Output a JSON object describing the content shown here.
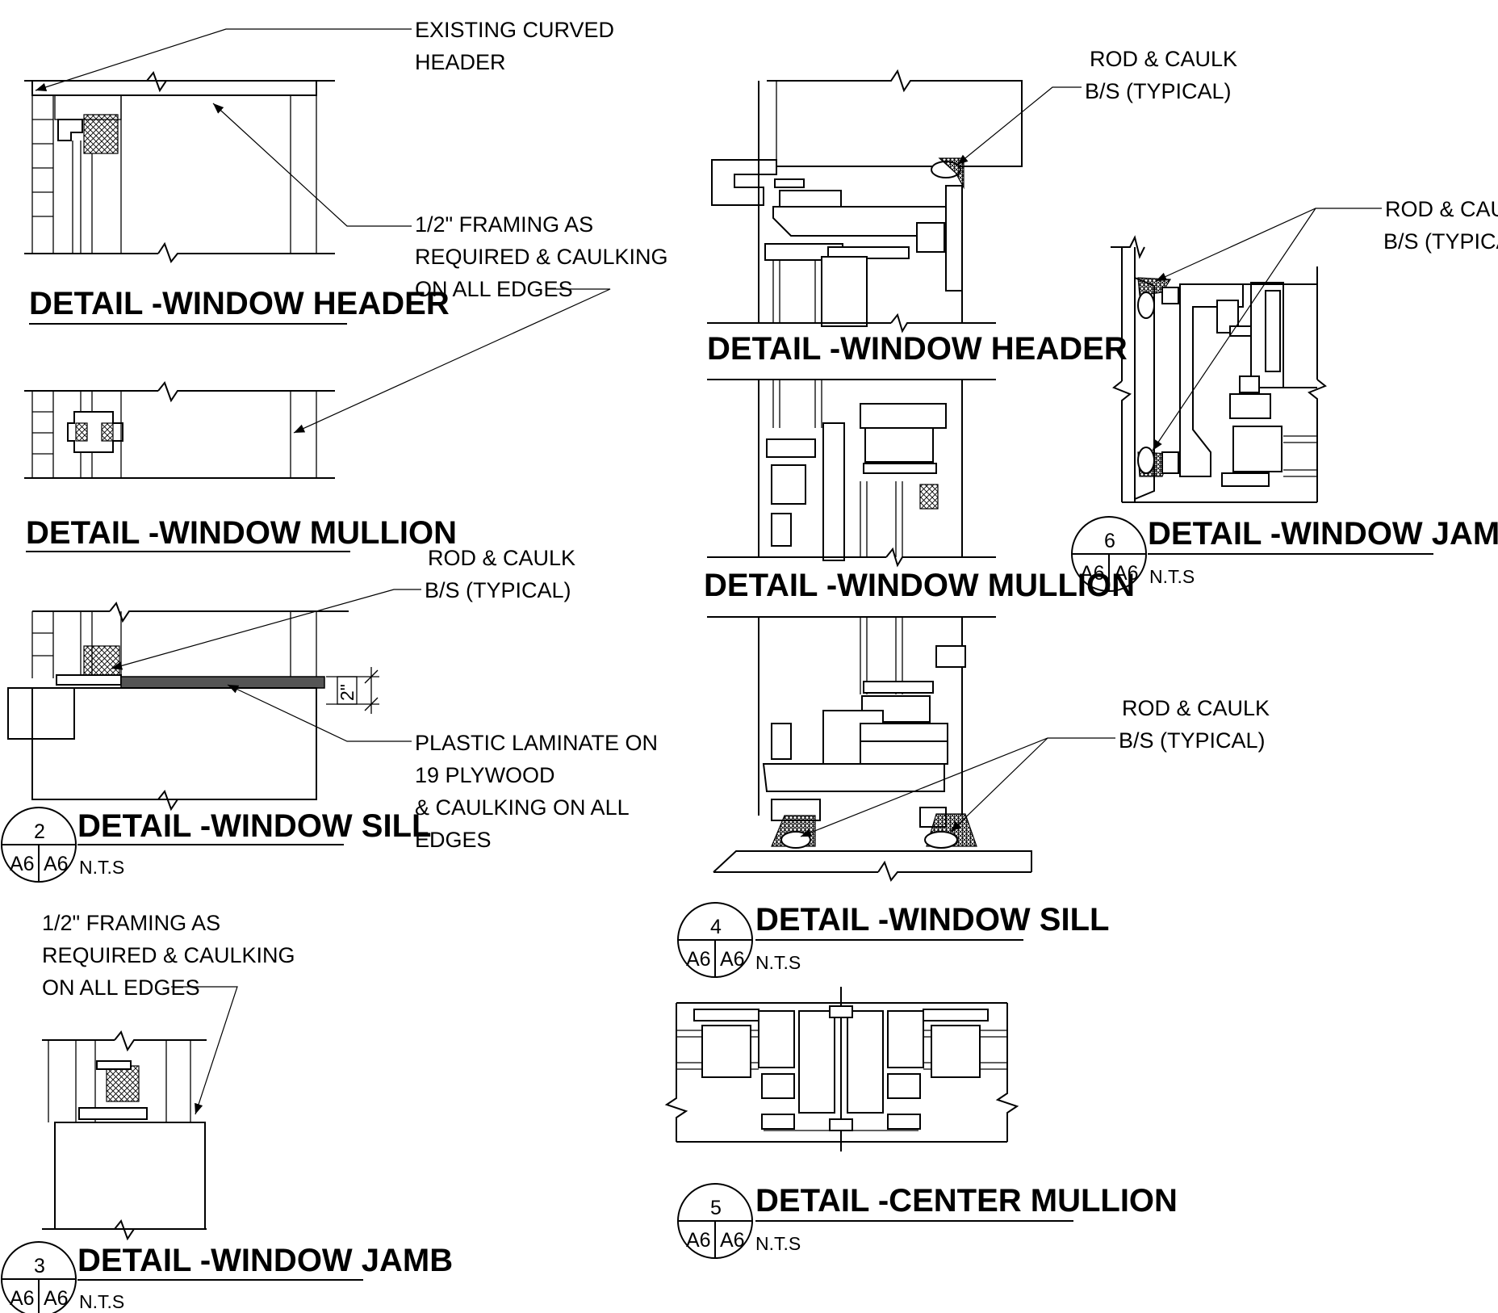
{
  "drawing": {
    "colors": {
      "ink": "#000000",
      "paper": "#ffffff"
    },
    "left_column": {
      "notes": {
        "curved_header": [
          "EXISTING CURVED",
          "HEADER"
        ],
        "framing": [
          "1/2\" FRAMING AS",
          "REQUIRED & CAULKING",
          "ON ALL EDGES"
        ],
        "rod_caulk": [
          "ROD & CAULK",
          "B/S  (TYPICAL)"
        ],
        "laminate": [
          "PLASTIC LAMINATE ON",
          "19 PLYWOOD",
          "& CAULKING ON ALL",
          "EDGES"
        ],
        "dimension": "2\"",
        "framing_jamb": [
          "1/2\" FRAMING AS",
          "REQUIRED & CAULKING",
          "ON ALL EDGES"
        ]
      },
      "titles": {
        "header": "DETAIL -WINDOW HEADER",
        "mullion": "DETAIL -WINDOW MULLION",
        "sill": "DETAIL -WINDOW SILL",
        "jamb": "DETAIL -WINDOW JAMB"
      },
      "tags": {
        "sill": {
          "number": "2",
          "sheet_a": "A6",
          "sheet_b": "A6",
          "scale": "N.T.S"
        },
        "jamb": {
          "number": "3",
          "sheet_a": "A6",
          "sheet_b": "A6",
          "scale": "N.T.S"
        }
      }
    },
    "right_column": {
      "notes": {
        "rod_caulk_top": [
          "ROD & CAULK",
          "B/S  (TYPICAL)"
        ],
        "rod_caulk_jamb": [
          "ROD & CAULK",
          "B/S  (TYPICAL)"
        ],
        "rod_caulk_sill": [
          "ROD & CAULK",
          "B/S  (TYPICAL)"
        ]
      },
      "titles": {
        "header": "DETAIL -WINDOW HEADER",
        "mullion": "DETAIL -WINDOW MULLION",
        "sill": "DETAIL -WINDOW SILL",
        "jamb": "DETAIL -WINDOW JAMB",
        "center_mullion": "DETAIL -CENTER MULLION"
      },
      "tags": {
        "sill": {
          "number": "4",
          "sheet_a": "A6",
          "sheet_b": "A6",
          "scale": "N.T.S"
        },
        "jamb": {
          "number": "6",
          "sheet_a": "A6",
          "sheet_b": "A6",
          "scale": "N.T.S"
        },
        "center_mullion": {
          "number": "5",
          "sheet_a": "A6",
          "sheet_b": "A6",
          "scale": "N.T.S"
        }
      }
    }
  }
}
